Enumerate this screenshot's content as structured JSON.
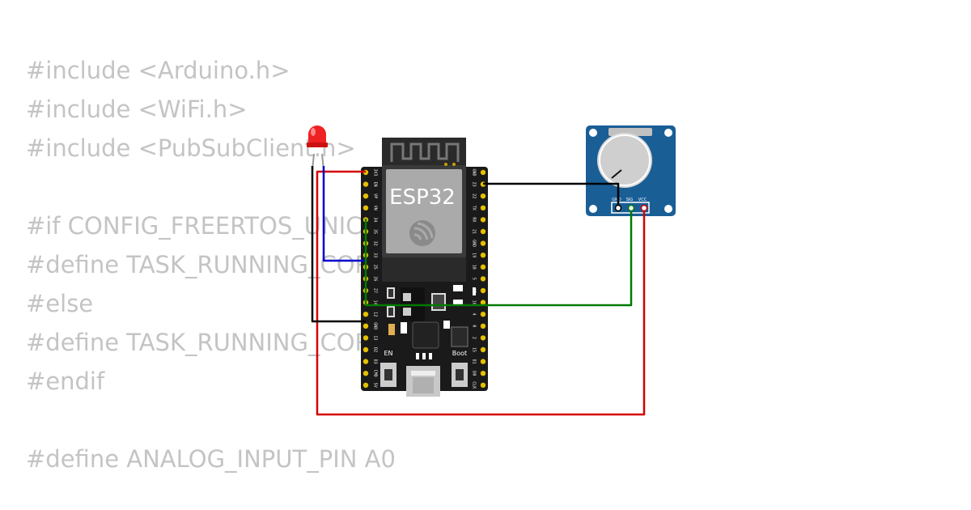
{
  "code_lines": [
    "#include <Arduino.h>",
    "#include <WiFi.h>",
    "#include <PubSubClient.h>",
    "",
    "#if CONFIG_FREERTOS_UNICORE",
    "#define TASK_RUNNING_CORE 0",
    "#else",
    "#define TASK_RUNNING_CORE 1",
    "#endif",
    "",
    "#define ANALOG_INPUT_PIN A0"
  ],
  "board": {
    "label": "ESP32",
    "en_label": "EN",
    "boot_label": "Boot",
    "left_pins": [
      "3V3",
      "EN",
      "VP",
      "VN",
      "34",
      "35",
      "32",
      "33",
      "25",
      "26",
      "27",
      "14",
      "12",
      "GND",
      "13",
      "D2",
      "D3",
      "CMD",
      "5V"
    ],
    "right_pins": [
      "GND",
      "23",
      "22",
      "TX",
      "RX",
      "21",
      "GND",
      "19",
      "18",
      "5",
      "17",
      "16",
      "4",
      "0",
      "2",
      "15",
      "D1",
      "D0",
      "CLK"
    ]
  },
  "potentiometer": {
    "pin_labels": [
      "GND",
      "SIG",
      "VCC"
    ]
  },
  "colors": {
    "wire_red": "#d40000",
    "wire_black": "#000000",
    "wire_blue": "#0000cc",
    "wire_green": "#007a00",
    "board_body": "#1a1a1a",
    "pin_gold": "#e6c000",
    "pot_board": "#1a5e96",
    "led_red": "#ee2222"
  }
}
